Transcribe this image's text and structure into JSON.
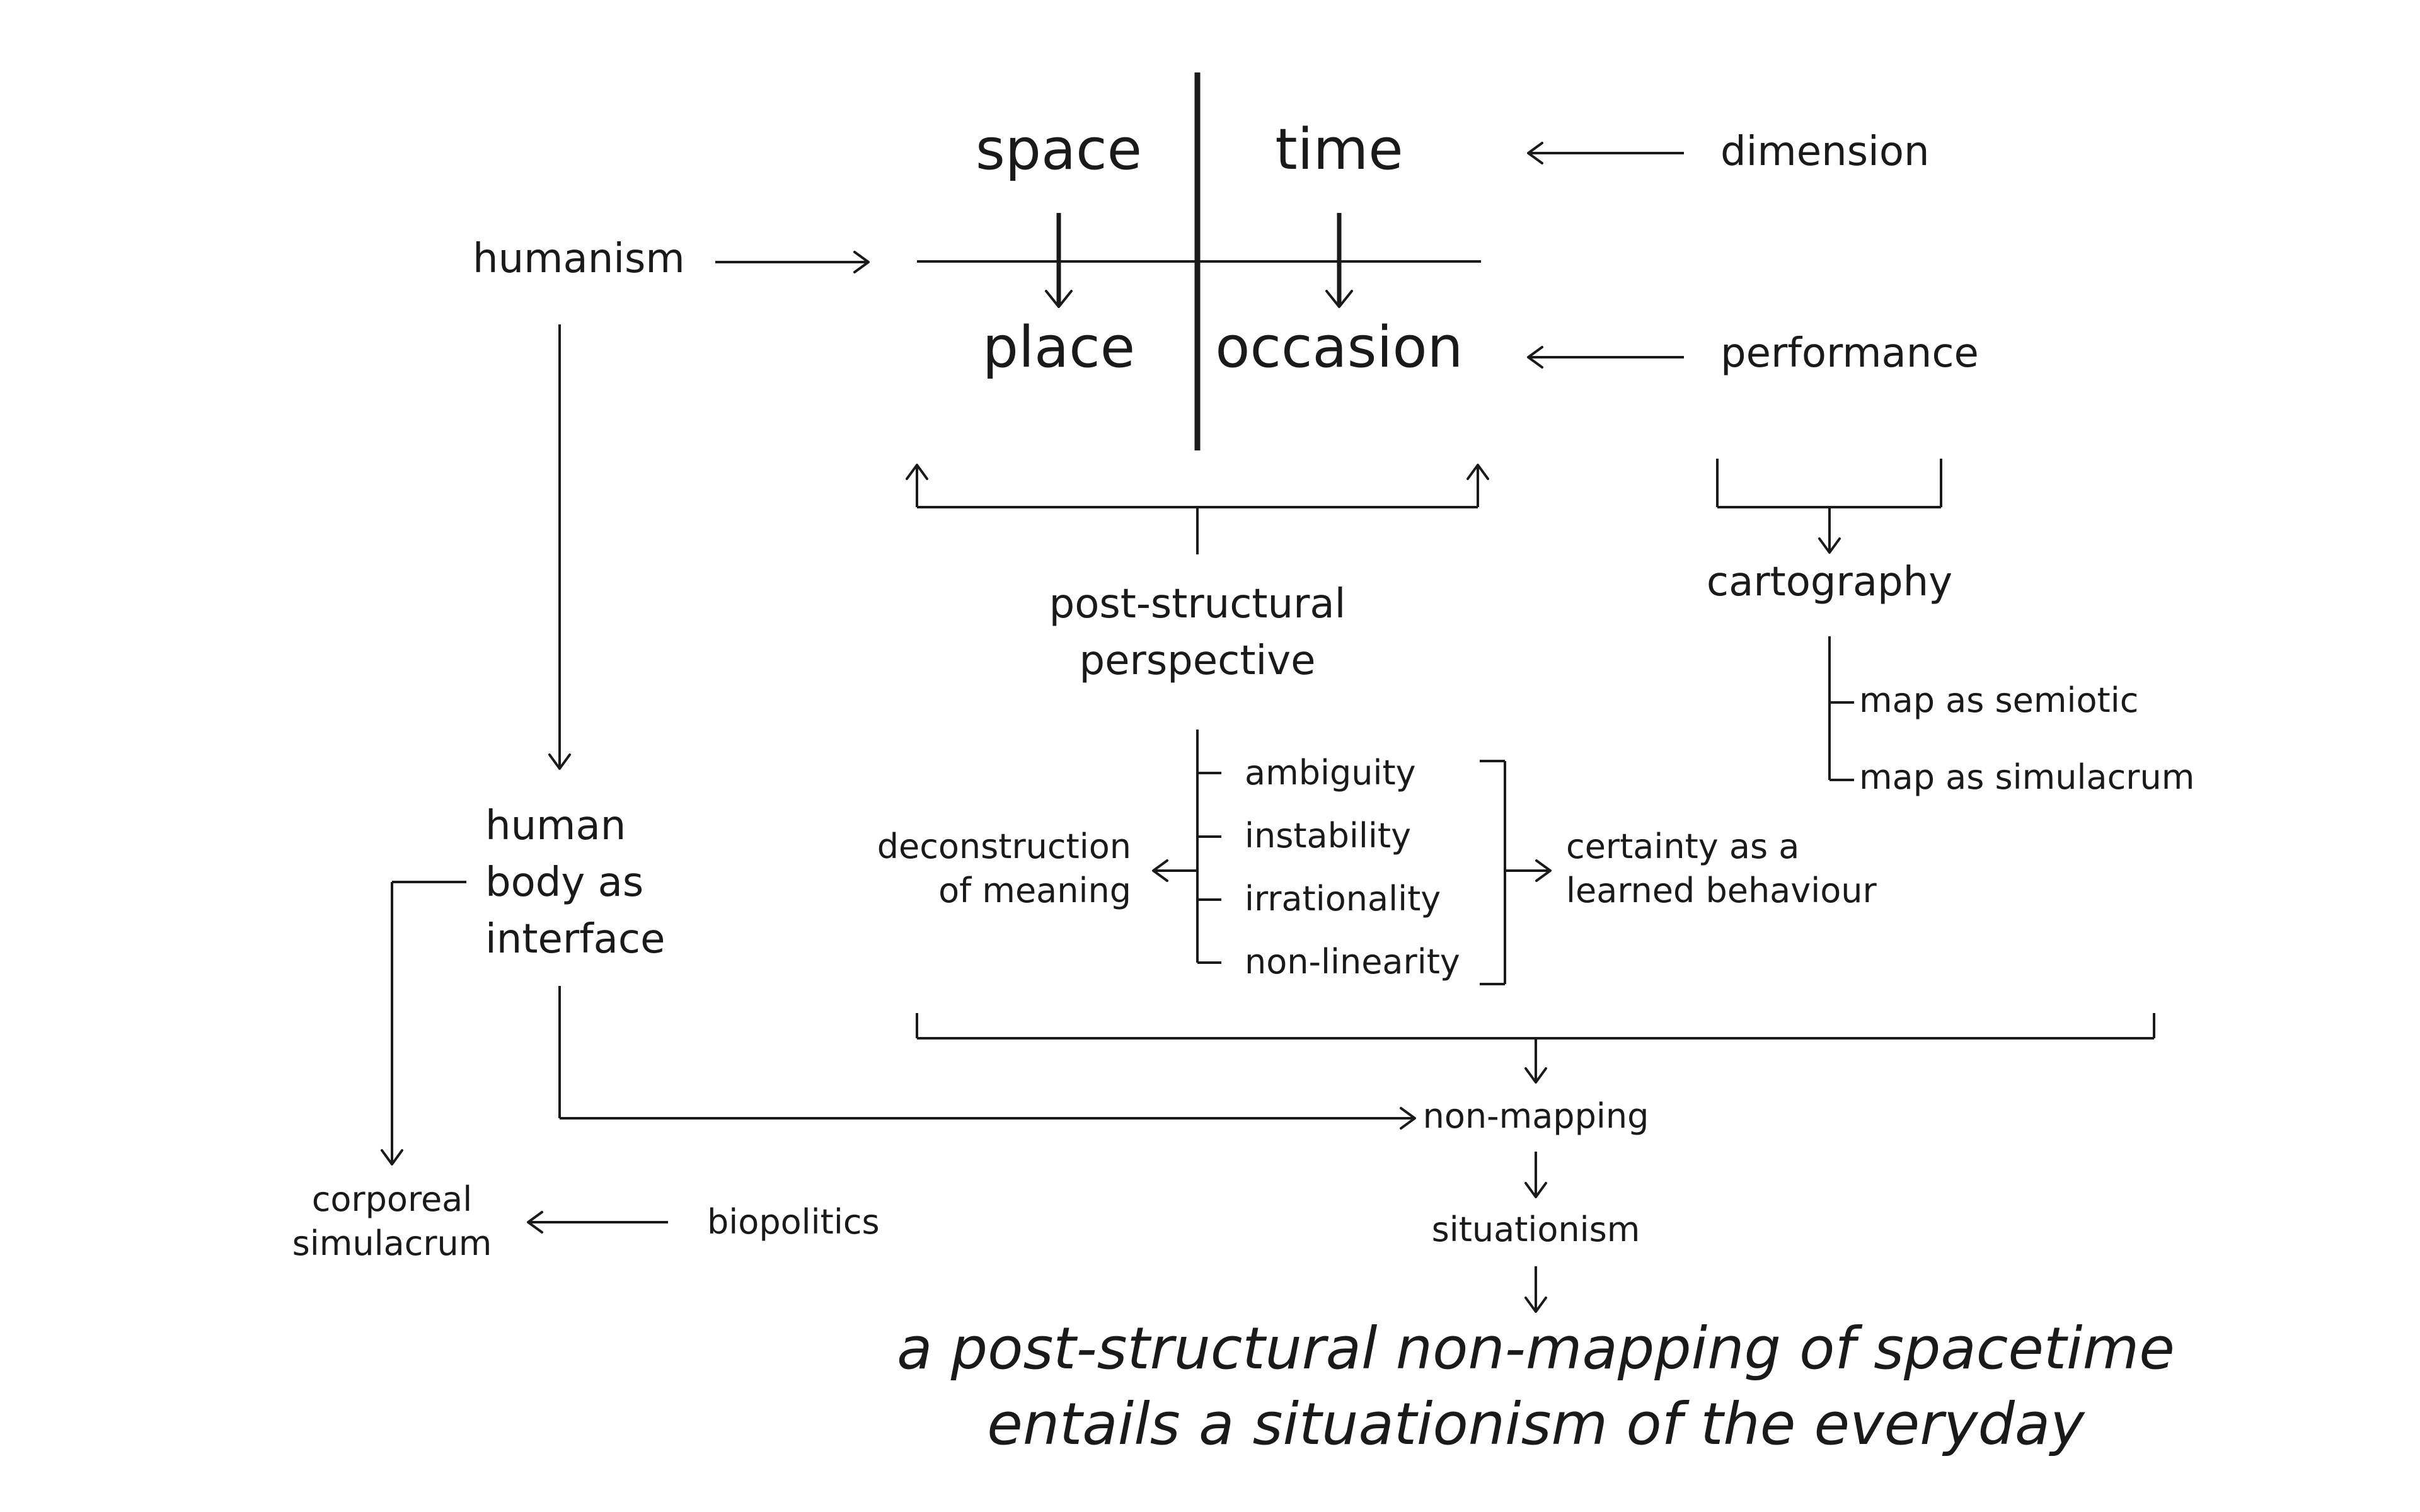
{
  "quadrant": {
    "space": "space",
    "time": "time",
    "place": "place",
    "occasion": "occasion"
  },
  "labels": {
    "dimension": "dimension",
    "performance": "performance",
    "humanism": "humanism",
    "cartography": "cartography",
    "map_semiotic": "map as semiotic",
    "map_simulacrum": "map as simulacrum",
    "post_structural_1": "post-structural",
    "post_structural_2": "perspective",
    "ambiguity": "ambiguity",
    "instability": "instability",
    "irrationality": "irrationality",
    "non_linearity": "non-linearity",
    "deconstruction_1": "deconstruction",
    "deconstruction_2": "of meaning",
    "certainty_1": "certainty as a",
    "certainty_2": "learned behaviour",
    "human_body_1": "human",
    "human_body_2": "body as",
    "human_body_3": "interface",
    "corporeal_1": "corporeal",
    "corporeal_2": "simulacrum",
    "biopolitics": "biopolitics",
    "non_mapping": "non-mapping",
    "situationism": "situationism"
  },
  "conclusion": {
    "line1": "a post-structural non-mapping of spacetime",
    "line2": "entails a situationism of the everyday"
  }
}
